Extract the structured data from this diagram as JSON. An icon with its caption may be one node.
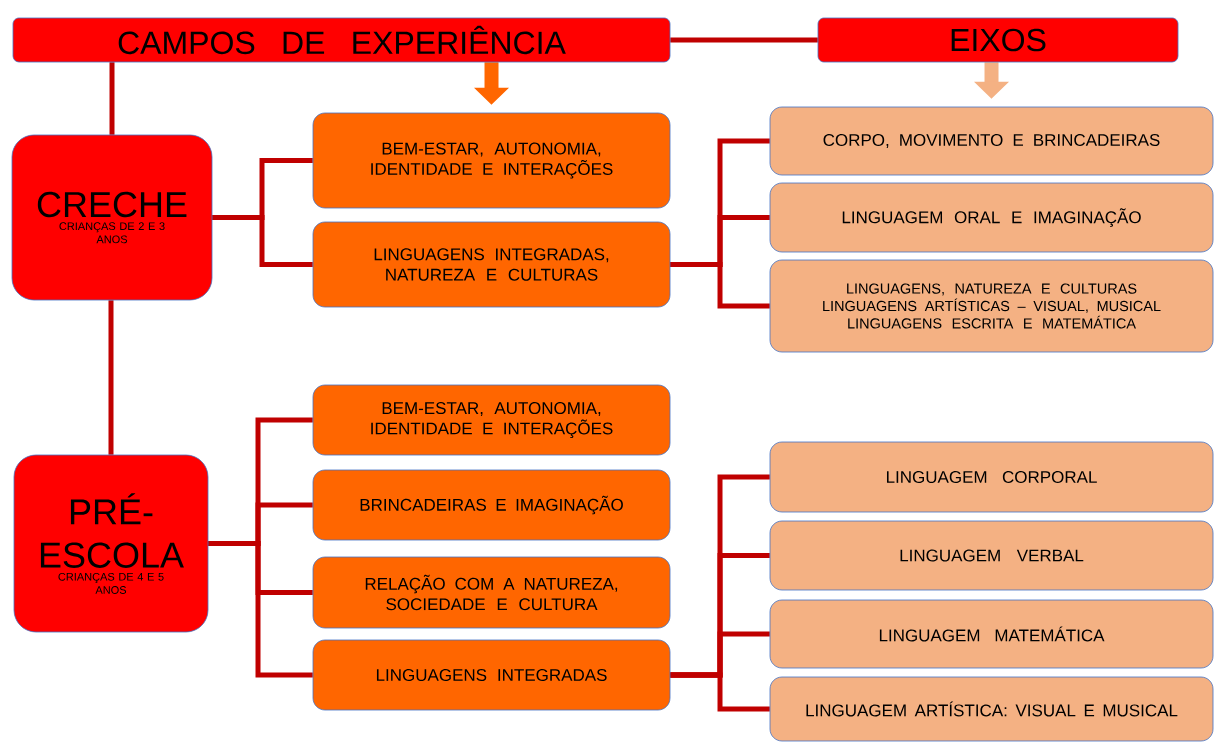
{
  "diagram": {
    "nodes": [
      {
        "text": [
          "CAMPOS DE EXPERIÊNCIA"
        ]
      },
      {
        "text": [
          "EIXOS"
        ]
      },
      {
        "text": [
          "CRECHE",
          "CRIANÇAS DE 2 E 3 ANOS"
        ]
      },
      {
        "text": [
          "BEM-ESTAR, AUTONOMIA, IDENTIDADE E INTERAÇÕES"
        ]
      },
      {
        "text": [
          "LINGUAGENS INTEGRADAS, NATUREZA E CULTURAS"
        ]
      },
      {
        "text": [
          "CORPO, MOVIMENTO E BRINCADEIRAS"
        ]
      },
      {
        "text": [
          "LINGUAGEM ORAL E IMAGINAÇÃO"
        ]
      },
      {
        "text": [
          "LINGUAGENS, NATUREZA E CULTURAS",
          "LINGUAGENS ARTÍSTICAS – VISUAL, MUSICAL",
          "LINGUAGENS ESCRITA E MATEMÁTICA"
        ]
      },
      {
        "text": [
          "PRÉ-ESCOLA",
          "CRIANÇAS DE 4 E 5 ANOS"
        ]
      },
      {
        "text": [
          "BEM-ESTAR, AUTONOMIA, IDENTIDADE E INTERAÇÕES"
        ]
      },
      {
        "text": [
          "BRINCADEIRAS E IMAGINAÇÃO"
        ]
      },
      {
        "text": [
          "RELAÇÃO COM A NATUREZA, SOCIEDADE E CULTURA"
        ]
      },
      {
        "text": [
          "LINGUAGENS INTEGRADAS"
        ]
      },
      {
        "text": [
          "LINGUAGEM CORPORAL"
        ]
      },
      {
        "text": [
          "LINGUAGEM VERBAL"
        ]
      },
      {
        "text": [
          "LINGUAGEM MATEMÁTICA"
        ]
      },
      {
        "text": [
          "LINGUAGEM ARTÍSTICA: VISUAL E MUSICAL"
        ]
      }
    ],
    "edges": [
      {
        "from": 0,
        "to": 1,
        "arrow": "none"
      },
      {
        "from": 0,
        "to": 2,
        "arrow": "none"
      },
      {
        "from": 0,
        "to": 3,
        "arrow": "to",
        "style": "thick",
        "color": "#ff6600"
      },
      {
        "from": 1,
        "to": 5,
        "arrow": "to",
        "style": "thick",
        "color": "#f4b183"
      },
      {
        "from": 2,
        "to": 3,
        "arrow": "none"
      },
      {
        "from": 2,
        "to": 4,
        "arrow": "none"
      },
      {
        "from": 4,
        "to": 5,
        "arrow": "none"
      },
      {
        "from": 4,
        "to": 6,
        "arrow": "none"
      },
      {
        "from": 4,
        "to": 7,
        "arrow": "none"
      },
      {
        "from": 2,
        "to": 8,
        "arrow": "none"
      },
      {
        "from": 8,
        "to": 9,
        "arrow": "none"
      },
      {
        "from": 8,
        "to": 10,
        "arrow": "none"
      },
      {
        "from": 8,
        "to": 11,
        "arrow": "none"
      },
      {
        "from": 8,
        "to": 12,
        "arrow": "none"
      },
      {
        "from": 12,
        "to": 13,
        "arrow": "none"
      },
      {
        "from": 12,
        "to": 14,
        "arrow": "none"
      },
      {
        "from": 12,
        "to": 15,
        "arrow": "none"
      },
      {
        "from": 12,
        "to": 16,
        "arrow": "none"
      }
    ]
  }
}
